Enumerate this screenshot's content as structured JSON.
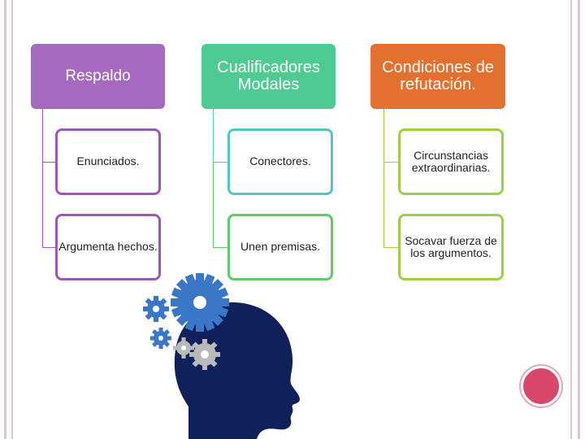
{
  "columns": [
    {
      "header": "Respaldo",
      "items": [
        "Enunciados.",
        "Argumenta hechos."
      ]
    },
    {
      "header": "Cualificadores Modales",
      "items": [
        "Conectores.",
        "Unen premisas."
      ]
    },
    {
      "header": "Condiciones de refutación.",
      "items": [
        "Circunstancias extraordinarias.",
        "Socavar fuerza de los argumentos."
      ]
    }
  ],
  "colors": {
    "col1_header": "#a56abf",
    "col2_header": "#4ecb93",
    "col3_header": "#e3702f",
    "accent_circle": "#d9476b",
    "head_silhouette": "#10205a",
    "gears": "#3a77c7"
  },
  "illustration": "head-with-gears"
}
